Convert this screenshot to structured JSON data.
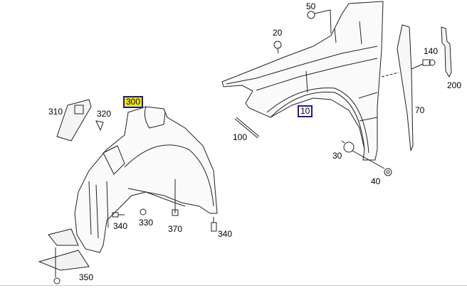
{
  "diagram": {
    "title": "Front fender and wheel housing liner parts diagram",
    "highlight_color": "#f5e800",
    "box_color": "#1a1aa6",
    "callouts": [
      {
        "id": "c50",
        "label": "50"
      },
      {
        "id": "c20",
        "label": "20"
      },
      {
        "id": "c140",
        "label": "140"
      },
      {
        "id": "c200",
        "label": "200"
      },
      {
        "id": "c70",
        "label": "70"
      },
      {
        "id": "c10",
        "label": "10",
        "boxed": true
      },
      {
        "id": "c100",
        "label": "100"
      },
      {
        "id": "c30",
        "label": "30"
      },
      {
        "id": "c40",
        "label": "40"
      },
      {
        "id": "c300",
        "label": "300",
        "boxed": true,
        "highlighted": true
      },
      {
        "id": "c310",
        "label": "310"
      },
      {
        "id": "c320",
        "label": "320"
      },
      {
        "id": "c340a",
        "label": "340"
      },
      {
        "id": "c330",
        "label": "330"
      },
      {
        "id": "c370",
        "label": "370"
      },
      {
        "id": "c340b",
        "label": "340"
      },
      {
        "id": "c350",
        "label": "350"
      }
    ]
  }
}
